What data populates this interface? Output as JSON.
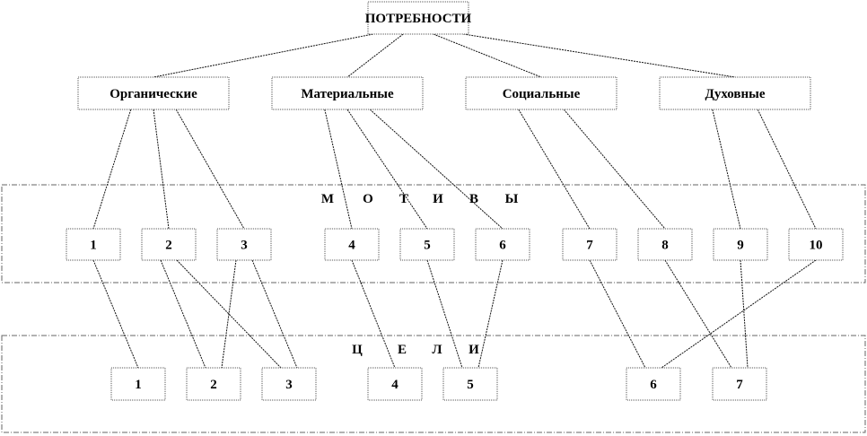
{
  "root": {
    "id": "root",
    "label": "ПОТРЕБНОСТИ"
  },
  "categories": [
    {
      "id": "org",
      "label": "Органические"
    },
    {
      "id": "mat",
      "label": "Материальные"
    },
    {
      "id": "soc",
      "label": "Социальные"
    },
    {
      "id": "duh",
      "label": "Духовные"
    }
  ],
  "motives_title": [
    "М",
    "О",
    "Т",
    "И",
    "В",
    "Ы"
  ],
  "goals_title": [
    "Ц",
    "Е",
    "Л",
    "И"
  ],
  "motives": [
    {
      "id": "m1",
      "label": "1"
    },
    {
      "id": "m2",
      "label": "2"
    },
    {
      "id": "m3",
      "label": "3"
    },
    {
      "id": "m4",
      "label": "4"
    },
    {
      "id": "m5",
      "label": "5"
    },
    {
      "id": "m6",
      "label": "6"
    },
    {
      "id": "m7",
      "label": "7"
    },
    {
      "id": "m8",
      "label": "8"
    },
    {
      "id": "m9",
      "label": "9"
    },
    {
      "id": "m10",
      "label": "10"
    }
  ],
  "goals": [
    {
      "id": "g1",
      "label": "1"
    },
    {
      "id": "g2",
      "label": "2"
    },
    {
      "id": "g3",
      "label": "3"
    },
    {
      "id": "g4",
      "label": "4"
    },
    {
      "id": "g5",
      "label": "5"
    },
    {
      "id": "g6",
      "label": "6"
    },
    {
      "id": "g7",
      "label": "7"
    }
  ],
  "edges": [
    [
      "root",
      "org"
    ],
    [
      "root",
      "mat"
    ],
    [
      "root",
      "soc"
    ],
    [
      "root",
      "duh"
    ],
    [
      "org",
      "m1"
    ],
    [
      "org",
      "m2"
    ],
    [
      "org",
      "m3"
    ],
    [
      "mat",
      "m4"
    ],
    [
      "mat",
      "m5"
    ],
    [
      "mat",
      "m6"
    ],
    [
      "soc",
      "m7"
    ],
    [
      "soc",
      "m8"
    ],
    [
      "duh",
      "m9"
    ],
    [
      "duh",
      "m10"
    ],
    [
      "m1",
      "g1"
    ],
    [
      "m2",
      "g2"
    ],
    [
      "m2",
      "g3"
    ],
    [
      "m3",
      "g2"
    ],
    [
      "m3",
      "g3"
    ],
    [
      "m4",
      "g4"
    ],
    [
      "m5",
      "g5"
    ],
    [
      "m6",
      "g5"
    ],
    [
      "m7",
      "g6"
    ],
    [
      "m8",
      "g7"
    ],
    [
      "m9",
      "g7"
    ],
    [
      "m10",
      "g6"
    ]
  ]
}
